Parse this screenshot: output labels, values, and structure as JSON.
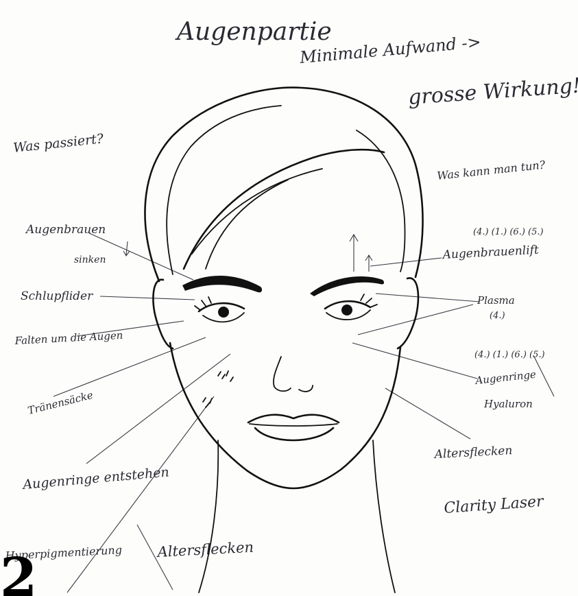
{
  "title": "Augenpartie",
  "subtitle_line1": "Minimale Aufwand ->",
  "subtitle_line2": "grosse Wirkung!",
  "question_left": "Was passiert?",
  "question_right": "Was kann man tun?",
  "left_labels": {
    "brows": "Augenbrauen",
    "brows_sink": "sinken",
    "lids": "Schlupflider",
    "wrinkles": "Falten um die Augen",
    "tear_sacs": "Tränensäcke",
    "dark_circles": "Augenringe entstehen",
    "hyperpig": "Hyperpigmentierung",
    "age_spots": "Altersflecken"
  },
  "right_labels": {
    "refs_top": "(4.) (1.) (6.) (5.)",
    "brow_lift": "Augenbrauenlift",
    "plasma": "Plasma",
    "plasma_ref": "(4.)",
    "refs_mid": "(4.) (1.) (6.) (5.)",
    "dark_circles": "Augenringe",
    "hyaluron": "Hyaluron",
    "age_spots": "Altersflecken",
    "laser": "Clarity Laser"
  },
  "page_number": "2"
}
